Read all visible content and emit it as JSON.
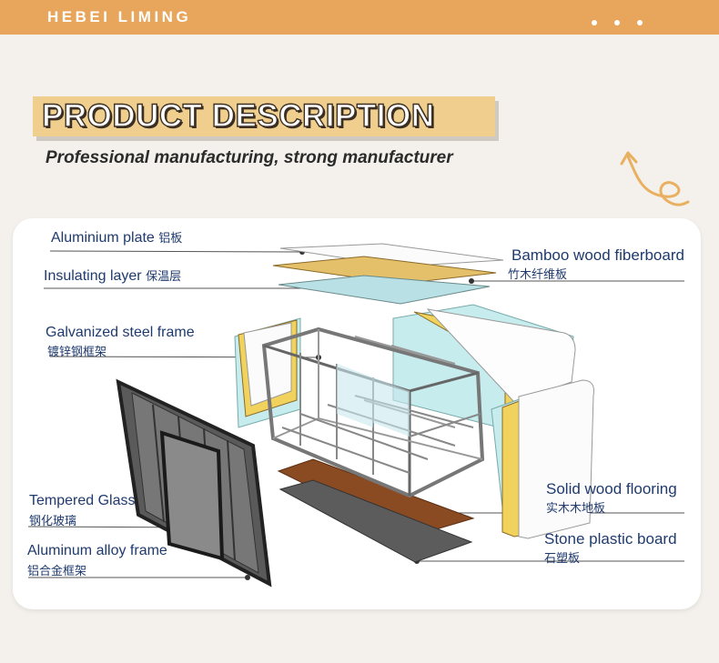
{
  "header": {
    "brand": "HEBEI LIMING"
  },
  "title": "PRODUCT DESCRIPTION",
  "subtitle": "Professional manufacturing, strong manufacturer",
  "labels": {
    "aluminium_plate": "Aluminium plate",
    "aluminium_plate_cn": "铝板",
    "insulating_layer": "Insulating layer",
    "insulating_layer_cn": "保温层",
    "galvanized_frame": "Galvanized steel frame",
    "galvanized_frame_cn": "镀锌钢框架",
    "tempered_glass": "Tempered Glass",
    "tempered_glass_cn": "钢化玻璃",
    "alloy_frame": "Aluminum alloy frame",
    "alloy_frame_cn": "铝合金框架",
    "bamboo": "Bamboo wood fiberboard",
    "bamboo_cn": "竹木纤维板",
    "solid_wood": "Solid wood flooring",
    "solid_wood_cn": "实木木地板",
    "stone_plastic": "Stone plastic board",
    "stone_plastic_cn": "石塑板"
  },
  "colors": {
    "accent": "#e8a55c",
    "title_box": "#f0cf8e",
    "label_text": "#1f3a6e"
  }
}
